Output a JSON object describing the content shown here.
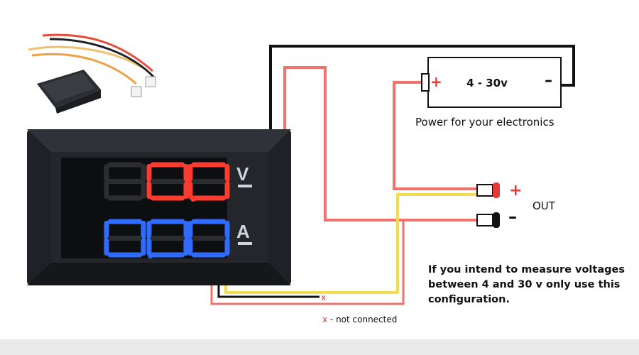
{
  "battery": {
    "label": "4 - 30v",
    "plus": "+",
    "minus": "–"
  },
  "power_caption": "Power for your electronics",
  "output": {
    "label": "OUT",
    "plus": "+",
    "minus": "–"
  },
  "display": {
    "voltage_unit": "V",
    "current_unit": "A",
    "voltage_color": "#ff3b30",
    "current_color": "#2f6bff"
  },
  "note": "If you intend to measure voltages between 4 and 30 v only use this configuration.",
  "not_connected_mark": "x",
  "legend": {
    "mark": "x",
    "text": " - not connected"
  },
  "wire_colors": {
    "red": "#f0726b",
    "black": "#111111",
    "yellow": "#f3dd4f"
  }
}
